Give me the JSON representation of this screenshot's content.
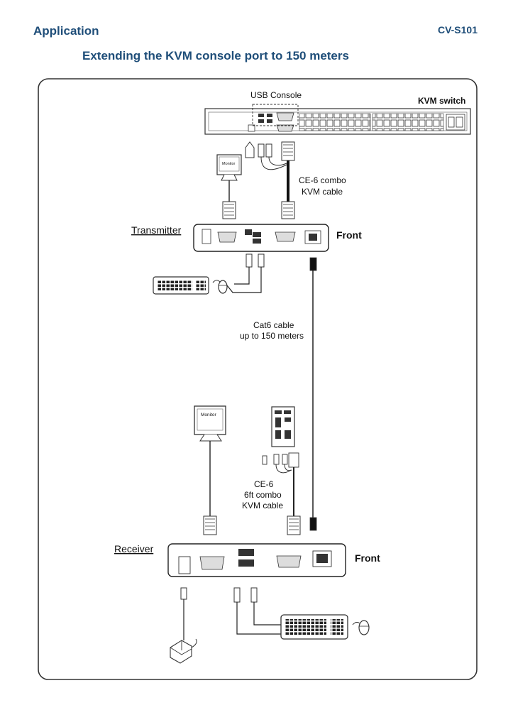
{
  "header": {
    "section": "Application",
    "model": "CV-S101",
    "title": "Extending the KVM console port to 150 meters"
  },
  "labels": {
    "usb_console": "USB Console",
    "kvm_switch": "KVM switch",
    "monitor": "Monitor",
    "ce6_combo": "CE-6 combo",
    "kvm_cable": "KVM cable",
    "transmitter": "Transmitter",
    "front": "Front",
    "cat6_cable": "Cat6 cable",
    "up_to_150": "up to 150 meters",
    "ce6": "CE-6",
    "six_ft_combo": "6ft combo",
    "receiver": "Receiver"
  }
}
